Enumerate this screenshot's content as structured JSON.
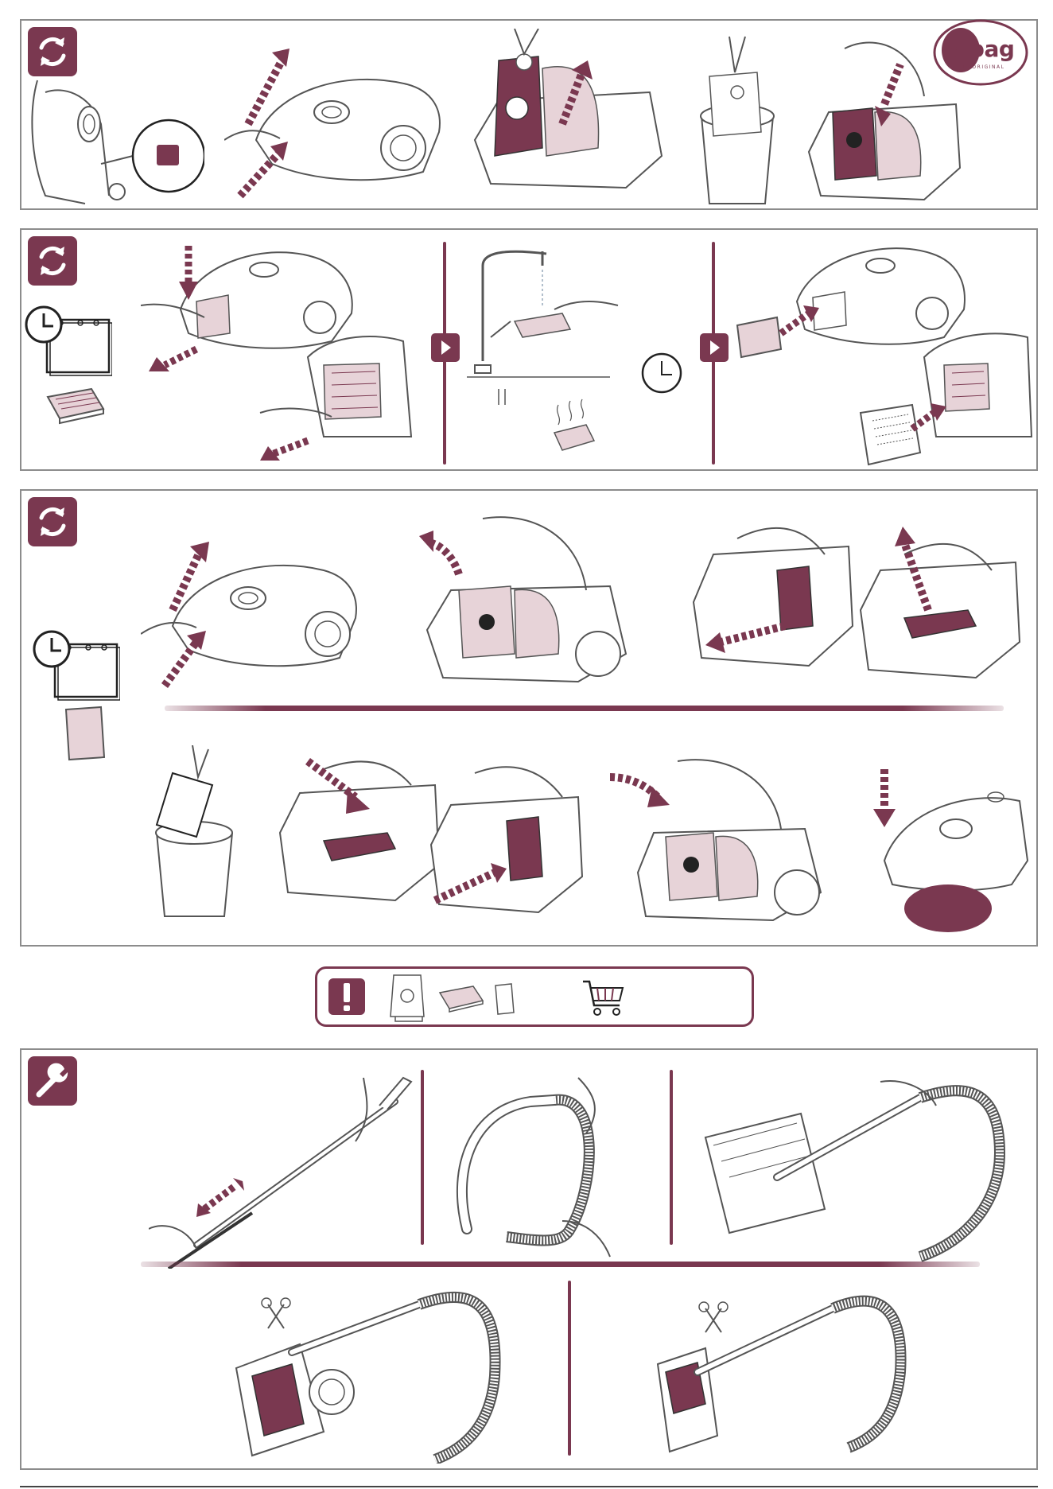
{
  "brand": {
    "logo_text": "s-bag",
    "logo_subtext": "THE ORIGINAL",
    "color": "#7a3850"
  },
  "colors": {
    "accent": "#7a3850",
    "accent_light": "#e7d3d8",
    "line": "#555555",
    "frame": "#8c8c8c"
  },
  "sections": [
    {
      "id": "dust-bag-replacement",
      "icon": "refresh-icon"
    },
    {
      "id": "filter-cleaning",
      "icon": "refresh-icon"
    },
    {
      "id": "motor-filter-replacement",
      "icon": "refresh-icon"
    },
    {
      "id": "accessories-maintenance",
      "icon": "wrench-icon"
    }
  ],
  "notice": {
    "icons": [
      "exclamation-icon",
      "dust-bag-icon",
      "filter-icon",
      "pad-filter-icon",
      "shopping-cart-icon"
    ]
  },
  "footer": {
    "text": ""
  }
}
